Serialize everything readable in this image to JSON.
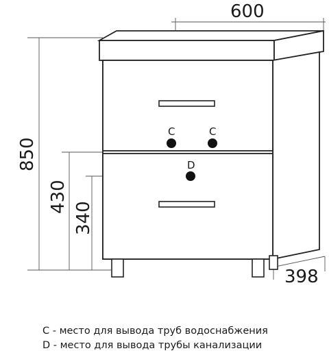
{
  "dimensions": {
    "width": "600",
    "depth": "398",
    "height": "850",
    "outlet_c_height": "430",
    "outlet_d_height": "340"
  },
  "markers": {
    "c_left": "C",
    "c_right": "C",
    "d": "D"
  },
  "legend": {
    "c": "C - место для вывода труб водоснабжения",
    "d": "D - место для вывода трубы канализации"
  }
}
